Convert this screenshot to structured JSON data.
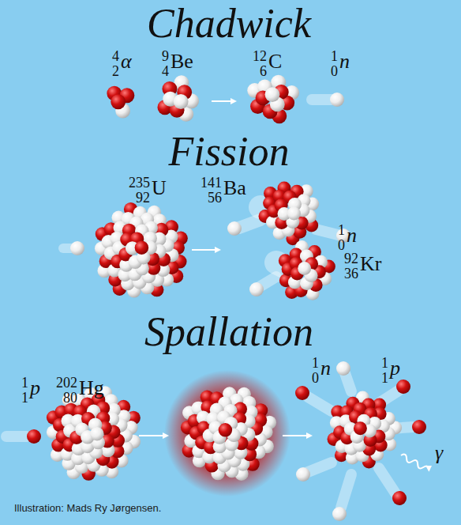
{
  "diagram": {
    "labels": [
      "Chadwick",
      "4",
      "2",
      "α",
      "9",
      "4",
      "Be",
      "12",
      "6",
      "C",
      "1",
      "0",
      "n",
      "Fission",
      "235",
      "92",
      "U",
      "141",
      "56",
      "Ba",
      "1",
      "0",
      "n",
      "92",
      "36",
      "Kr",
      "Spallation",
      "1",
      "1",
      "p",
      "202",
      "80",
      "Hg",
      "1",
      "0",
      "n",
      "1",
      "1",
      "p",
      "γ",
      "Illustration: Mads Ry Jørgensen."
    ]
  }
}
